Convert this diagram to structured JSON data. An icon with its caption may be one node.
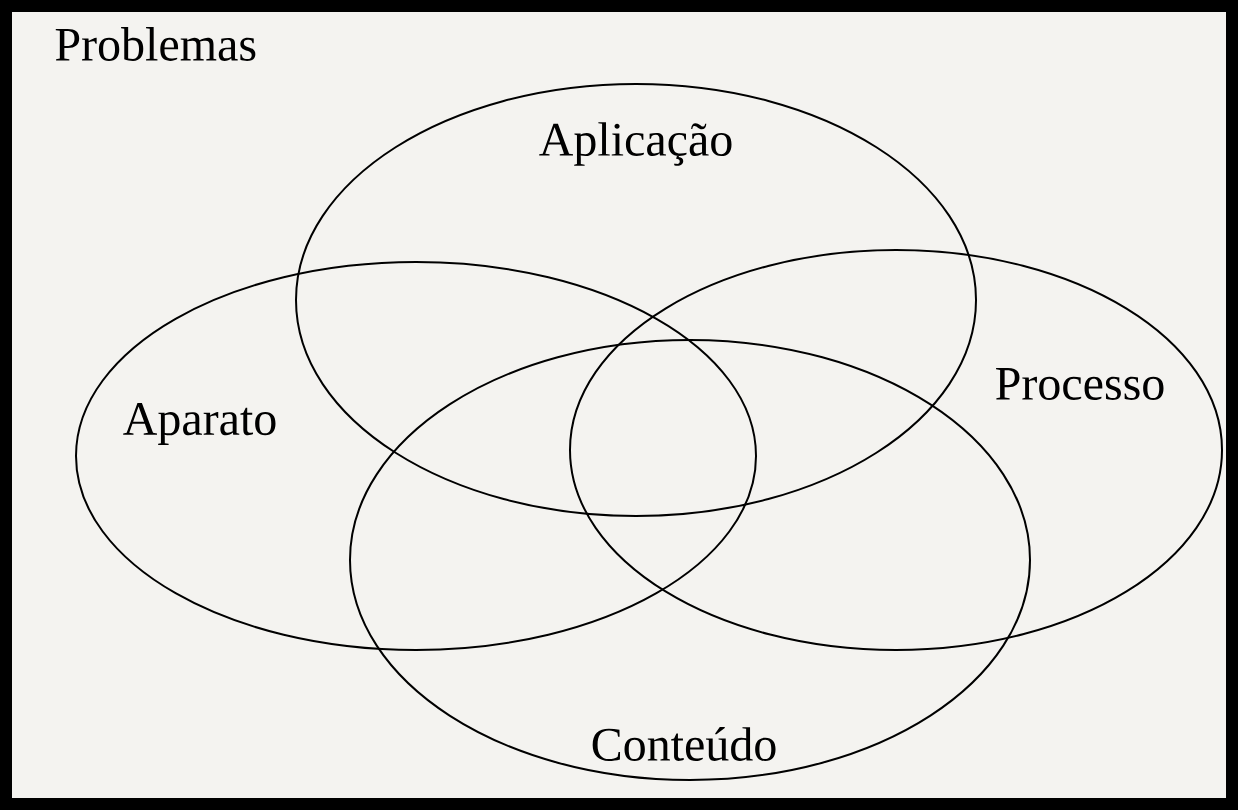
{
  "diagram": {
    "nodes": [
      {
        "text": [
          "Aplicação"
        ]
      },
      {
        "text": [
          "Aparato"
        ]
      },
      {
        "text": [
          "Processo"
        ]
      },
      {
        "text": [
          "Conteúdo"
        ]
      }
    ],
    "labels": [
      "Problemas"
    ]
  }
}
